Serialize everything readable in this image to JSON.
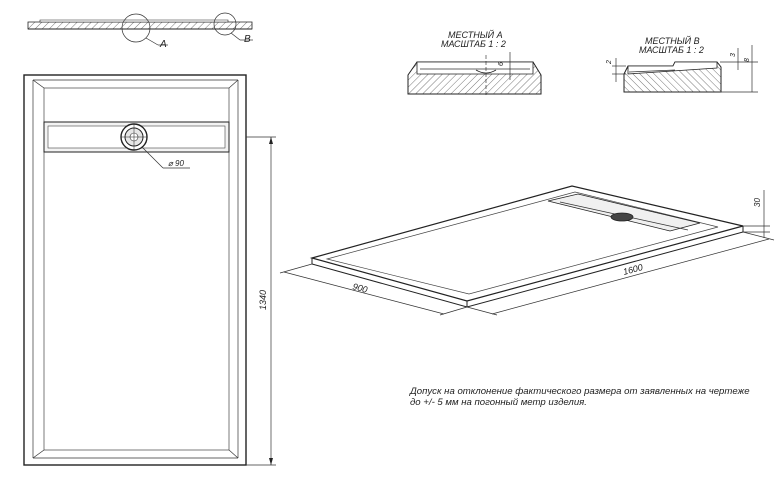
{
  "section_views": {
    "a": {
      "title": "МЕСТНЫЙ А",
      "scale": "МАСШТАБ 1 : 2",
      "dimension": "6"
    },
    "b": {
      "title": "МЕСТНЫЙ В",
      "scale": "МАСШТАБ 1 : 2",
      "dimension_left": "2",
      "dimension_mid": "3",
      "dimension_right": "8"
    }
  },
  "callouts": {
    "a": "A",
    "b": "B"
  },
  "plan_view": {
    "drain_diameter": "⌀ 90",
    "length": "1340"
  },
  "isometric_view": {
    "width": "900",
    "length": "1600",
    "height": "30"
  },
  "note": "Допуск на отклонение фактического размера от заявленных на чертеже до +/- 5 мм на погонный метр изделия."
}
